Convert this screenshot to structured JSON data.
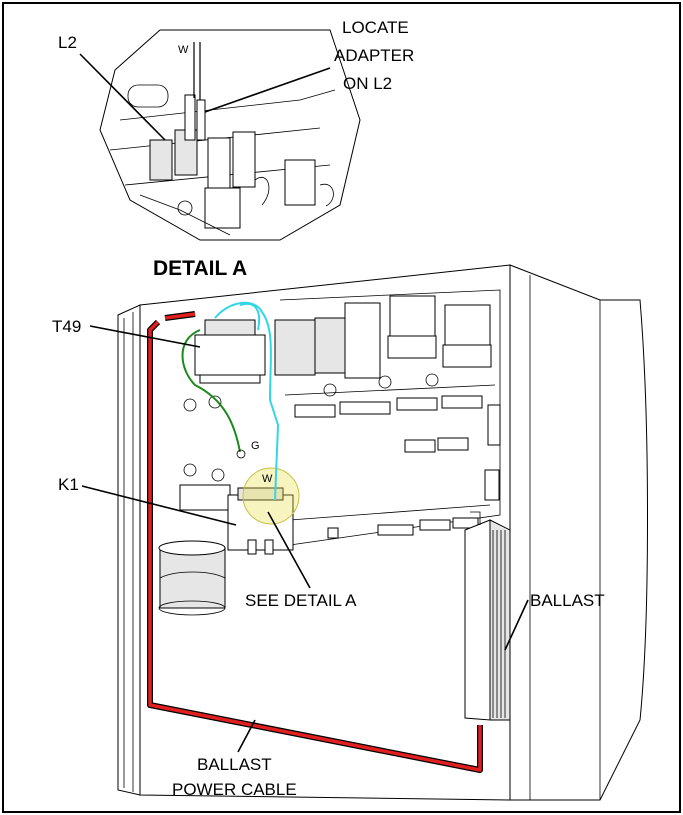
{
  "detail": {
    "title": "DETAIL A",
    "callout_l2": "L2",
    "callout_locate_line1": "LOCATE",
    "callout_locate_line2": "ADAPTER",
    "callout_locate_line3": "ON L2",
    "wire_mark_w": "W"
  },
  "main": {
    "callout_t49": "T49",
    "callout_k1": "K1",
    "callout_see_detail_a": "SEE DETAIL A",
    "callout_ballast": "BALLAST",
    "callout_power_cable_line1": "BALLAST",
    "callout_power_cable_line2": "POWER CABLE",
    "wire_mark_g": "G",
    "wire_mark_w": "W"
  },
  "colors": {
    "power_cable": "#e02020",
    "cyan_wire": "#33d6e6",
    "green_wire": "#1a8a1a",
    "highlight": "#e8e04a"
  }
}
